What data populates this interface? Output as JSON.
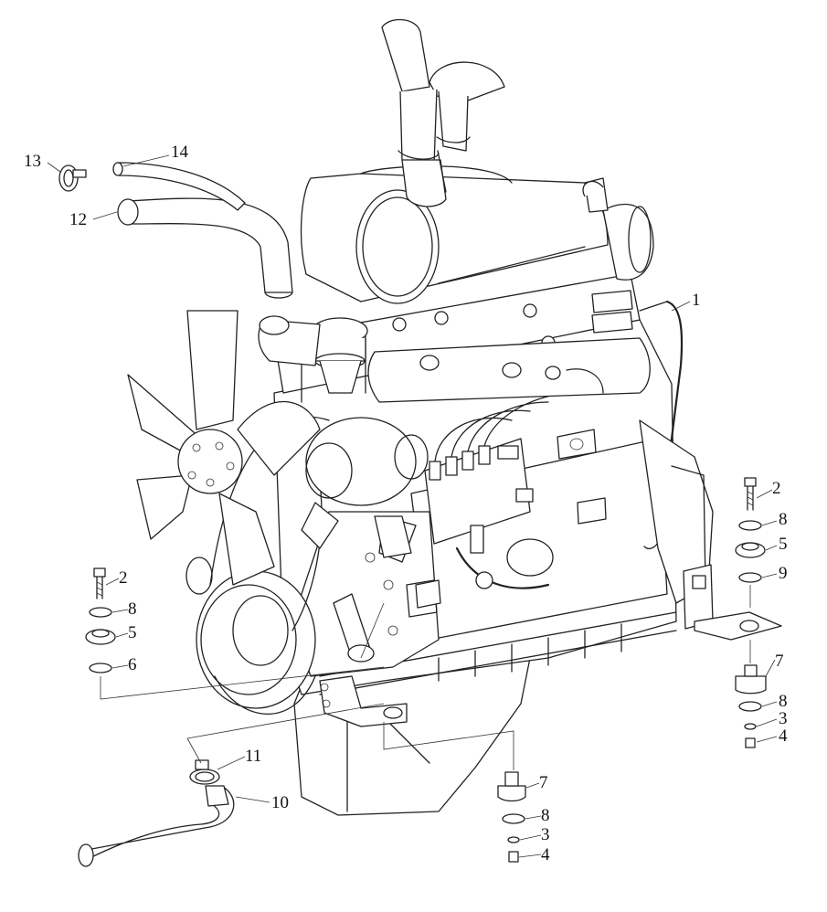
{
  "callouts": [
    {
      "id": "c1",
      "label": "1"
    },
    {
      "id": "c2r",
      "label": "2"
    },
    {
      "id": "c8r1",
      "label": "8"
    },
    {
      "id": "c5r",
      "label": "5"
    },
    {
      "id": "c9r",
      "label": "9"
    },
    {
      "id": "c7r",
      "label": "7"
    },
    {
      "id": "c8r2",
      "label": "8"
    },
    {
      "id": "c3r",
      "label": "3"
    },
    {
      "id": "c4r",
      "label": "4"
    },
    {
      "id": "c2l",
      "label": "2"
    },
    {
      "id": "c8l",
      "label": "8"
    },
    {
      "id": "c5l",
      "label": "5"
    },
    {
      "id": "c6l",
      "label": "6"
    },
    {
      "id": "c7b",
      "label": "7"
    },
    {
      "id": "c8b",
      "label": "8"
    },
    {
      "id": "c3b",
      "label": "3"
    },
    {
      "id": "c4b",
      "label": "4"
    },
    {
      "id": "c10",
      "label": "10"
    },
    {
      "id": "c11",
      "label": "11"
    },
    {
      "id": "c12",
      "label": "12"
    },
    {
      "id": "c13",
      "label": "13"
    },
    {
      "id": "c14",
      "label": "14"
    }
  ]
}
